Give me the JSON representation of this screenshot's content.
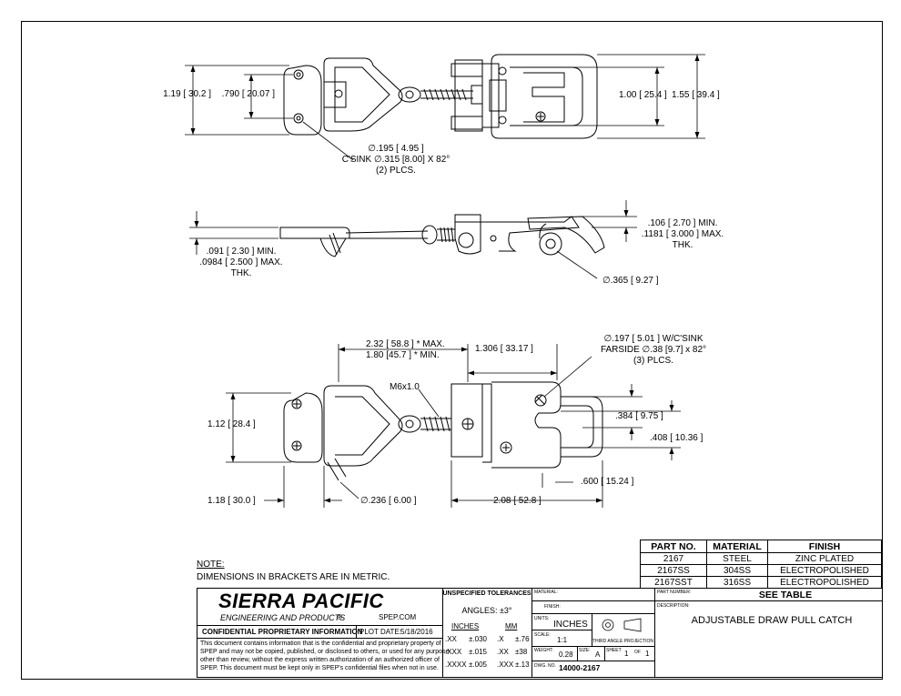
{
  "top_view": {
    "dim_overall_height": "1.19 [ 30.2 ]",
    "dim_hole_spacing": ".790 [ 20.07 ]",
    "dim_inner_height": "1.00 [ 25.4 ]",
    "dim_outer_height": "1.55 [ 39.4 ]",
    "hole_note_line1": "∅.195 [ 4.95 ]",
    "hole_note_line2": "C'SINK  ∅.315 [8.00] X 82°",
    "hole_note_line3": "(2) PLCS."
  },
  "side_view": {
    "base_thk_line1": ".091 [ 2.30 ]  MIN.",
    "base_thk_line2": ".0984 [ 2.500 ] MAX.",
    "base_thk_line3": "THK.",
    "keeper_thk_line1": ".106 [ 2.70 ]  MIN.",
    "keeper_thk_line2": ".1181 [ 3.000 ] MAX.",
    "keeper_thk_line3": "THK.",
    "pin_dia": "∅.365 [ 9.27 ]"
  },
  "bottom_view": {
    "stroke_line1": "2.32 [ 58.8 ] * MAX.",
    "stroke_line2": "1.80 [45.7 ] * MIN.",
    "keeper_width": "1.306 [ 33.17 ]",
    "keeper_hole_line1": "∅.197 [ 5.01 ]  W/C'SINK",
    "keeper_hole_line2": "FARSIDE  ∅.38 [9.7] x 82°",
    "keeper_hole_line3": "(3) PLCS.",
    "thread": "M6x1.0",
    "dim_a": ".384 [ 9.75 ]",
    "dim_b": ".408 [ 10.36 ]",
    "dim_c": ".600 [ 15.24 ]",
    "dim_height": "1.12 [ 28.4 ]",
    "dim_base_width": "1.18 [ 30.0 ]",
    "dim_loop_dia": "∅.236 [ 6.00 ]",
    "dim_keeper_len": "2.08 [ 52.8 ]"
  },
  "note": {
    "heading": "NOTE:",
    "text": "DIMENSIONS IN BRACKETS ARE IN METRIC."
  },
  "parts_table": {
    "headers": [
      "PART NO.",
      "MATERIAL",
      "FINISH"
    ],
    "rows": [
      [
        "2167",
        "STEEL",
        "ZINC PLATED"
      ],
      [
        "2167SS",
        "304SS",
        "ELECTROPOLISHED"
      ],
      [
        "2167SST",
        "316SS",
        "ELECTROPOLISHED"
      ]
    ]
  },
  "title_block": {
    "company": "SIERRA PACIFIC",
    "subtitle": "ENGINEERING AND PRODUCTS",
    "registered": "®",
    "website": "SPEP.COM",
    "confidential_heading": "CONFIDENTIAL PROPRIETARY INFORMATION",
    "plot_date_label": "PLOT DATE:",
    "plot_date": "5/18/2016",
    "disclaimer": [
      "This document contains information that is the confidential and proprietary property of",
      "SPEP and may not be copied, published, or disclosed to others, or used for any purpose",
      "other than review, without the express written authorization of an authorized officer of",
      "SPEP. This document must be kept only in SPEP's confidential files when not in use."
    ],
    "tolerances_heading": "UNSPECIFIED TOLERANCES",
    "angles": "ANGLES: ±3°",
    "inches_label": "INCHES",
    "mm_label": "MM",
    "tol_rows": [
      [
        ".XX",
        "±.030",
        ".X",
        "±.76"
      ],
      [
        ".XXX",
        "±.015",
        ".XX",
        "±38"
      ],
      [
        ".XXXX",
        "±.005",
        ".XXX",
        "±.13"
      ]
    ],
    "material_label": "MATERIAL:",
    "finish_label": "FINISH:",
    "units_label": "UNITS:",
    "units": "INCHES",
    "scale_label": "SCALE:",
    "scale": "1:1",
    "projection": "THIRD ANGLE PROJECTION",
    "weight_label": "WEIGHT:",
    "weight": "0.28",
    "size_label": "SIZE:",
    "size": "A",
    "sheet_label": "SHEET",
    "sheet": "1",
    "of_label": "OF",
    "of": "1",
    "dwg_label": "DWG. NO.",
    "dwg_no": "14000-2167",
    "part_number_label": "PART NUMBER:",
    "part_number": "SEE TABLE",
    "description_label": "DESCRIPTION:",
    "description": "ADJUSTABLE DRAW PULL CATCH"
  }
}
